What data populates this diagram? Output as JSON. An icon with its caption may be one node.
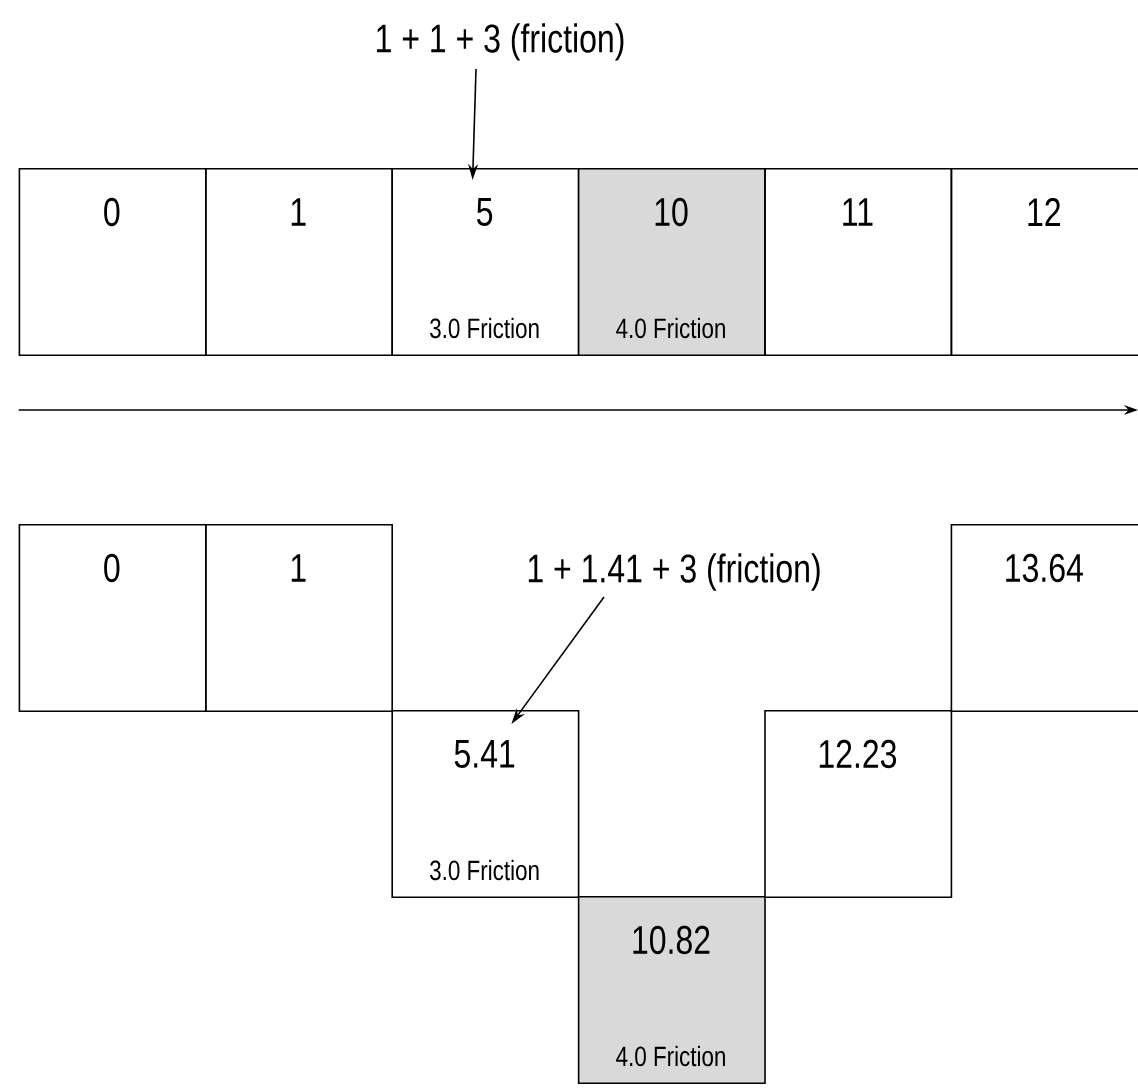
{
  "diagram": {
    "nodes": [
      {
        "text": [
          "1 + 1 + 3 (friction)"
        ]
      },
      {
        "text": [
          "0"
        ]
      },
      {
        "text": [
          "1"
        ]
      },
      {
        "text": [
          "5",
          "3.0 Friction"
        ]
      },
      {
        "text": [
          "10",
          "4.0 Friction"
        ]
      },
      {
        "text": [
          "11"
        ]
      },
      {
        "text": [
          "12"
        ]
      },
      {
        "text": [
          "0"
        ]
      },
      {
        "text": [
          "1"
        ]
      },
      {
        "text": [
          "1 + 1.41 + 3 (friction)"
        ]
      },
      {
        "text": [
          "13.64"
        ]
      },
      {
        "text": [
          "5.41",
          "3.0 Friction"
        ]
      },
      {
        "text": [
          "12.23"
        ]
      },
      {
        "text": [
          "10.82",
          "4.0 Friction"
        ]
      }
    ],
    "edges": [
      {
        "from": 0,
        "to": 3,
        "arrow": "to"
      },
      {
        "from": 9,
        "to": 11,
        "arrow": "to"
      }
    ]
  }
}
